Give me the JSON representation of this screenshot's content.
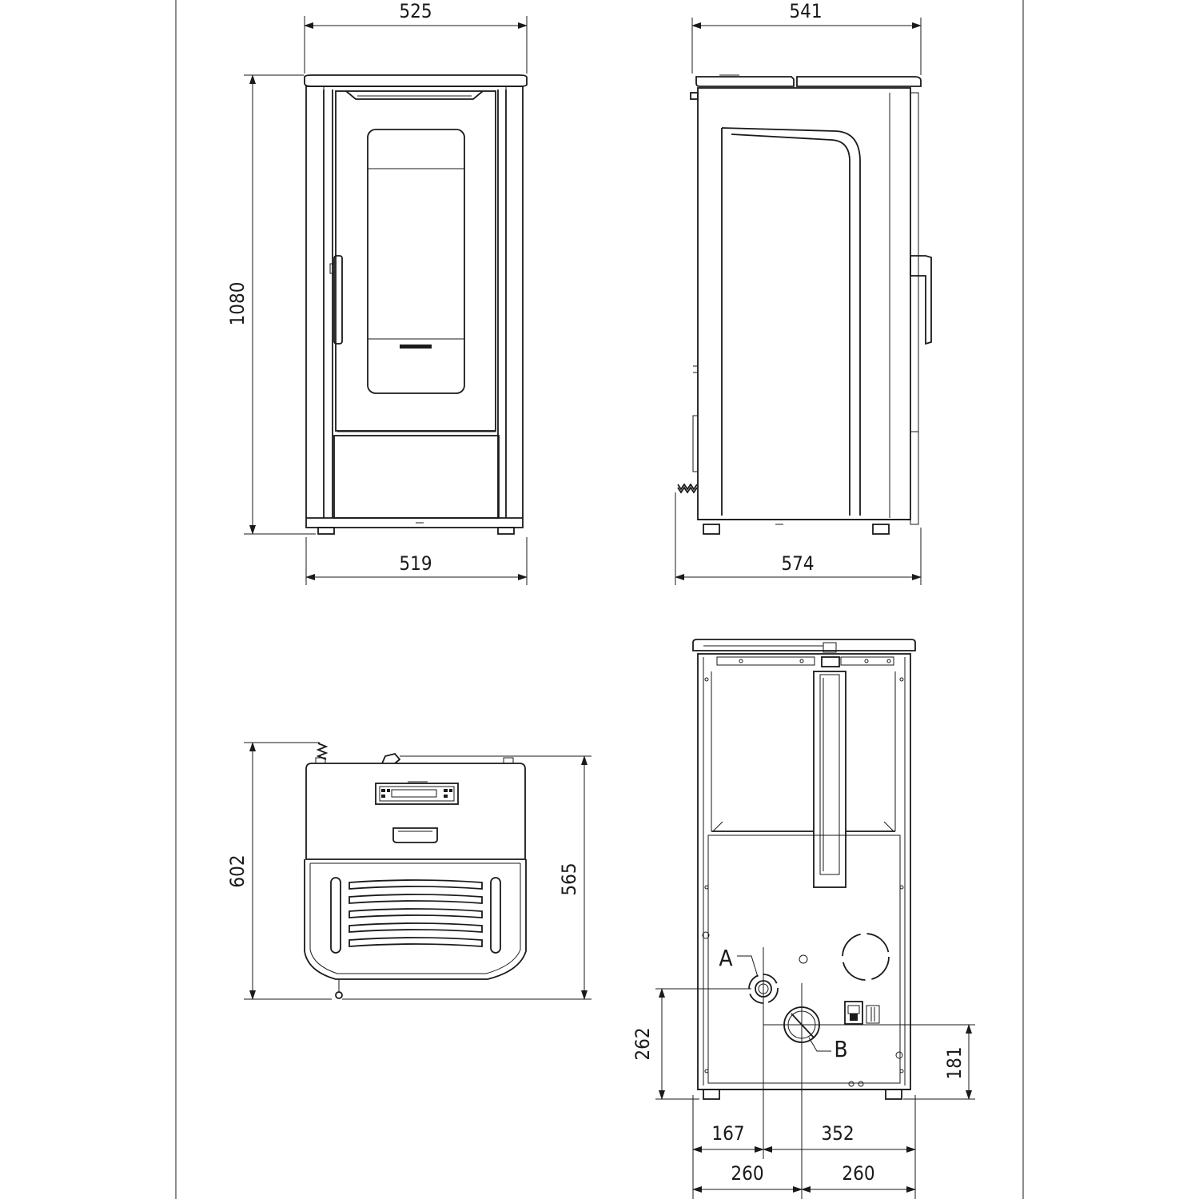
{
  "dimensions": {
    "front_top_width": "525",
    "front_bottom_width": "519",
    "front_height": "1080",
    "side_top_width": "541",
    "side_bottom_width": "574",
    "top_overall_depth": "602",
    "top_body_depth": "565",
    "rear_a_height": "262",
    "rear_b_height": "181",
    "rear_a_offset": "167",
    "rear_b_offset": "352",
    "rear_half_left": "260",
    "rear_half_right": "260"
  },
  "labels": {
    "connection_a": "A",
    "connection_b": "B"
  },
  "colors": {
    "line": "#1a1a1a",
    "background": "#ffffff"
  }
}
